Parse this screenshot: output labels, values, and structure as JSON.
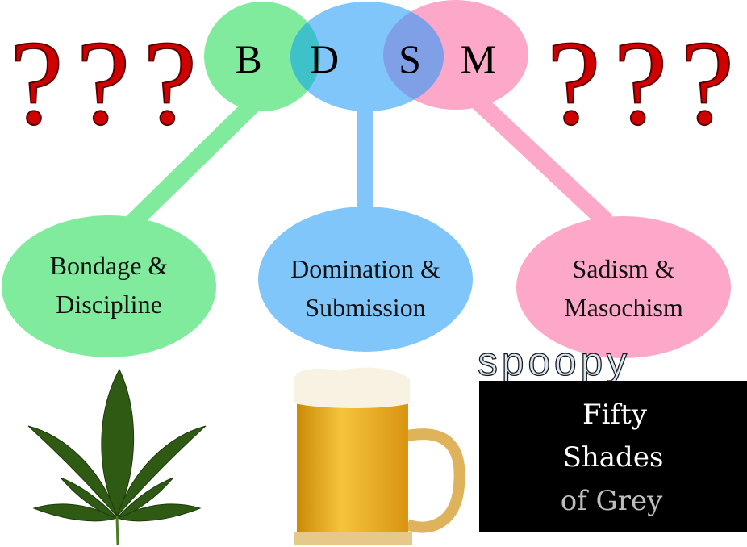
{
  "title_letters": [
    "B",
    "D",
    "S",
    "M"
  ],
  "question_marks_left": "???",
  "question_marks_right": "???",
  "categories": [
    {
      "line1": "Bondage &",
      "line2": "Discipline",
      "color": "#80eb9c"
    },
    {
      "line1": "Domination &",
      "line2": "Submission",
      "color": "#80c6fb"
    },
    {
      "line1": "Sadism &",
      "line2": "Masochism",
      "color": "#fda8c8"
    }
  ],
  "overlap_colors": {
    "bd": "#3fc1c9",
    "ds": "#7fa0e6"
  },
  "caption": "spoopy",
  "book": {
    "line1": "Fifty",
    "line2": "Shades",
    "line3": "of Grey"
  },
  "images": [
    "cannabis-leaf",
    "beer-mug",
    "fifty-shades-book-cover"
  ]
}
